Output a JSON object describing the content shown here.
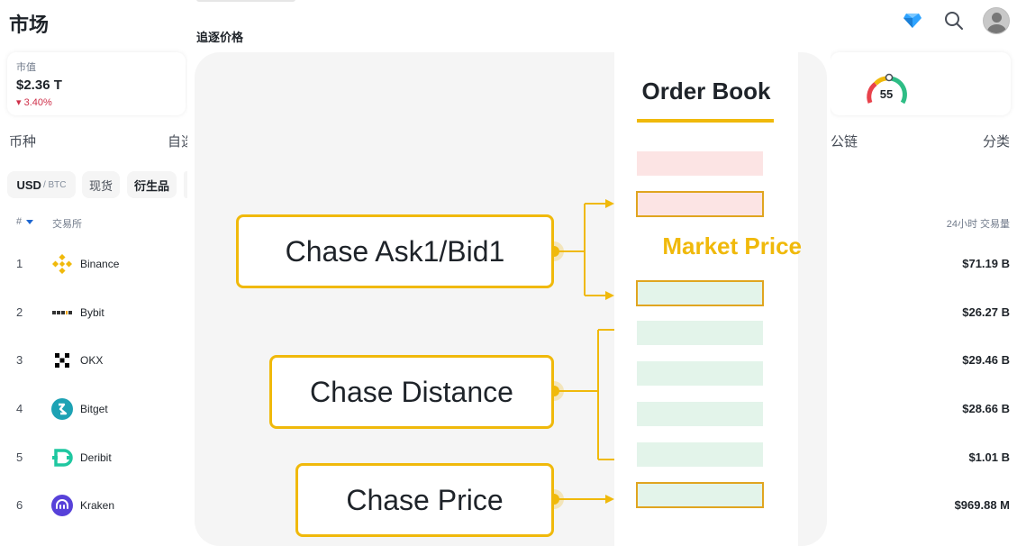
{
  "app": {
    "title": "市场"
  },
  "header": {
    "icons": [
      "diamond-icon",
      "search-icon",
      "avatar-icon"
    ]
  },
  "market_cap": {
    "label": "市值",
    "value": "$2.36 T",
    "change": "3.40%"
  },
  "fear_greed": {
    "value": "55"
  },
  "tabs": {
    "coins": "币种",
    "watchlist": "自选",
    "chain": "公链",
    "category": "分类"
  },
  "filters": {
    "usd": "USD",
    "btc": "/ BTC",
    "spot": "现货",
    "derivatives": "衍生品"
  },
  "table": {
    "headers": {
      "rank": "#",
      "exchange": "交易所",
      "volume": "24小时 交易量"
    },
    "rows": [
      {
        "rank": "1",
        "name": "Binance",
        "volume": "$71.19 B",
        "icon": "binance-icon"
      },
      {
        "rank": "2",
        "name": "Bybit",
        "volume": "$26.27 B",
        "icon": "bybit-icon"
      },
      {
        "rank": "3",
        "name": "OKX",
        "volume": "$29.46 B",
        "icon": "okx-icon"
      },
      {
        "rank": "4",
        "name": "Bitget",
        "volume": "$28.66 B",
        "icon": "bitget-icon"
      },
      {
        "rank": "5",
        "name": "Deribit",
        "volume": "$1.01 B",
        "icon": "deribit-icon"
      },
      {
        "rank": "6",
        "name": "Kraken",
        "volume": "$969.88 M",
        "icon": "kraken-icon"
      }
    ]
  },
  "overlay": {
    "title": "追逐价格",
    "diagram": {
      "order_book_title": "Order Book",
      "market_price_label": "Market Price",
      "boxes": [
        "Chase Ask1/Bid1",
        "Chase Distance",
        "Chase Price"
      ]
    }
  },
  "colors": {
    "accent": "#f0b90b",
    "negative": "#cf304a",
    "ask_fill": "#fce4e4",
    "ask_border": "#f0b90b",
    "bid_fill": "#e3f4ea"
  }
}
